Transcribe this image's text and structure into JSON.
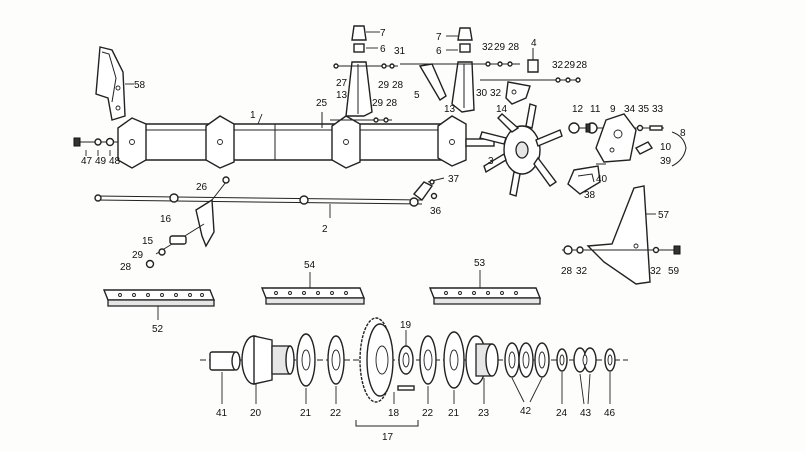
{
  "callouts": {
    "c1": "1",
    "c2": "2",
    "c3": "3",
    "c4": "4",
    "c5": "5",
    "c6a": "6",
    "c6b": "6",
    "c7a": "7",
    "c7b": "7",
    "c8": "8",
    "c9": "9",
    "c10": "10",
    "c11": "11",
    "c12": "12",
    "c13a": "13",
    "c13b": "13",
    "c14": "14",
    "c15": "15",
    "c16": "16",
    "c17": "17",
    "c18": "18",
    "c19": "19",
    "c20": "20",
    "c21a": "21",
    "c21b": "21",
    "c22a": "22",
    "c22b": "22",
    "c23": "23",
    "c24": "24",
    "c25": "25",
    "c26": "26",
    "c27": "27",
    "c28a": "28",
    "c28b": "28",
    "c28c": "28",
    "c28d": "28",
    "c28e": "28",
    "c28f": "28",
    "c29a": "29",
    "c29b": "29",
    "c29c": "29",
    "c29d": "29",
    "c29e": "29",
    "c30": "30",
    "c31": "31",
    "c32a": "32",
    "c32b": "32",
    "c32c": "32",
    "c32d": "32",
    "c32e": "32",
    "c33": "33",
    "c34": "34",
    "c35": "35",
    "c36": "36",
    "c37": "37",
    "c38": "38",
    "c39": "39",
    "c40": "40",
    "c41": "41",
    "c42": "42",
    "c43": "43",
    "c46": "46",
    "c47": "47",
    "c48": "48",
    "c49": "49",
    "c52": "52",
    "c53": "53",
    "c54": "54",
    "c57": "57",
    "c58": "58",
    "c59": "59"
  }
}
